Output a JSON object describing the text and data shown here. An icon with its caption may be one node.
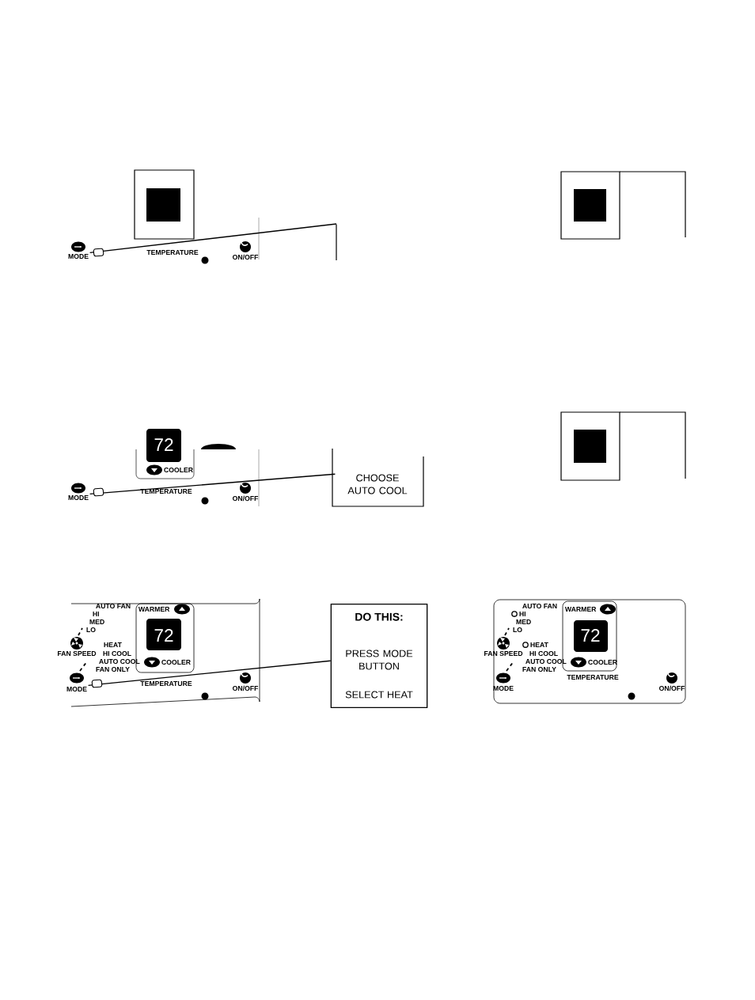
{
  "diagram": {
    "nodes": [
      {
        "text": [
          "MODE"
        ]
      },
      {
        "text": [],
        "shape": "box"
      },
      {
        "text": [
          "MODE"
        ]
      },
      {
        "text": [
          "CHOOSE AUTO COOL"
        ]
      },
      {
        "text": [
          "MODE"
        ]
      },
      {
        "text": [
          "DO THIS:",
          "PRESS MODE BUTTON",
          "SELECT HEAT"
        ]
      }
    ],
    "edges": [
      {
        "from": 1,
        "to": 0,
        "arrow": "none"
      },
      {
        "from": 3,
        "to": 2,
        "arrow": "none"
      },
      {
        "from": 5,
        "to": 4,
        "arrow": "none"
      }
    ],
    "labels": [
      "TEMPERATURE",
      "ON/OFF",
      "72",
      "COOLER",
      "TEMPERATURE",
      "ON/OFF",
      "AUTO FAN",
      "HI",
      "MED",
      "LO",
      "WARMER",
      "72",
      "FAN SPEED",
      "HEAT",
      "HI COOL",
      "AUTO COOL",
      "COOLER",
      "FAN ONLY",
      "TEMPERATURE",
      "ON/OFF",
      "AUTO FAN",
      "HI",
      "MED",
      "LO",
      "WARMER",
      "72",
      "FAN SPEED",
      "HEAT",
      "HI COOL",
      "AUTO COOL",
      "COOLER",
      "FAN ONLY",
      "TEMPERATURE",
      "MODE",
      "ON/OFF"
    ]
  }
}
